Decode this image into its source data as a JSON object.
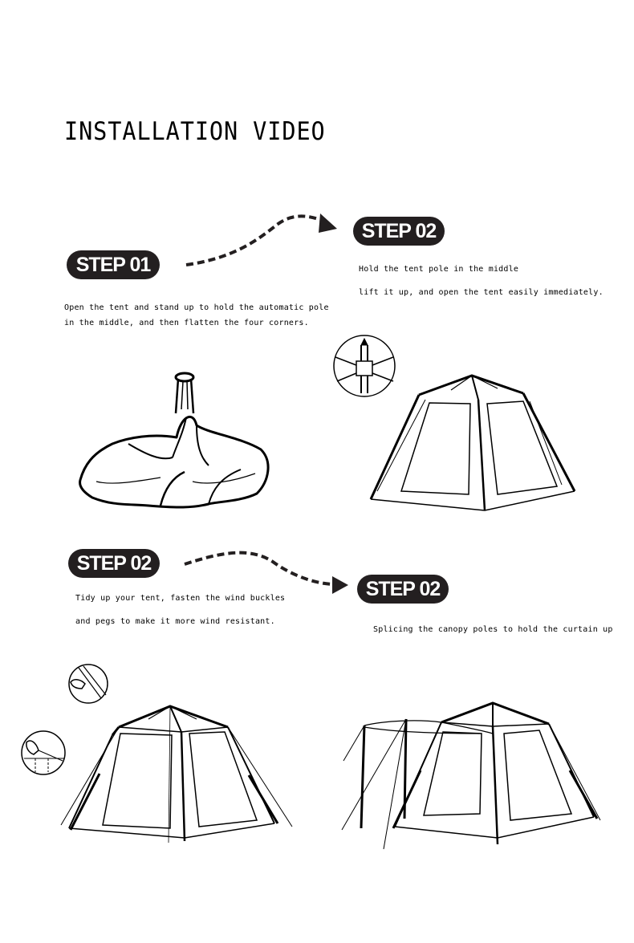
{
  "title": "INSTALLATION VIDEO",
  "steps": [
    {
      "label": "STEP 01",
      "lines": [
        "Open the tent and stand up to hold the automatic pole",
        "in the middle, and then flatten the four corners."
      ]
    },
    {
      "label": "STEP 02",
      "lines": [
        "Hold the tent pole in the middle",
        "lift it up, and open the tent easily immediately."
      ]
    },
    {
      "label": "STEP 02",
      "lines": [
        "Tidy up your tent, fasten the wind buckles",
        "and pegs to make it more wind resistant."
      ]
    },
    {
      "label": "STEP 02",
      "lines": [
        "Splicing the canopy poles to hold the curtain up"
      ]
    }
  ]
}
